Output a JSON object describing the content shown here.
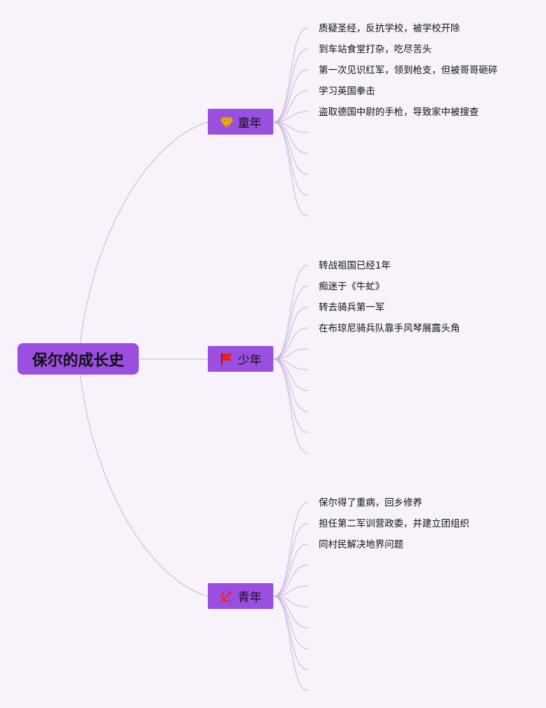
{
  "root": {
    "label": "保尔的成长史"
  },
  "branches": [
    {
      "label": "童年",
      "icon": "diamond-icon",
      "items": [
        "质疑圣经，反抗学校，被学校开除",
        "到车站食堂打杂，吃尽苦头",
        "第一次见识红军，领到枪支，但被哥哥砸碎",
        "学习英国拳击",
        "盗取德国中尉的手枪，导致家中被搜查"
      ]
    },
    {
      "label": "少年",
      "icon": "red-flag-icon",
      "items": [
        "转战祖国已经1年",
        "痴迷于《牛虻》",
        "转去骑兵第一军",
        "在布琼尼骑兵队靠手风琴展露头角"
      ]
    },
    {
      "label": "青年",
      "icon": "hammer-sickle-icon",
      "items": [
        "保尔得了重病，回乡修养",
        "担任第二军训营政委，并建立团组织",
        "同村民解决地界问题"
      ]
    }
  ],
  "colors": {
    "background": "#f8f3fa",
    "node_fill": "#9b4fe0",
    "connector": "#c7b3df",
    "diamond": "#f2b21b",
    "flag": "#e8231b",
    "hammer_sickle": "#e8231b"
  }
}
